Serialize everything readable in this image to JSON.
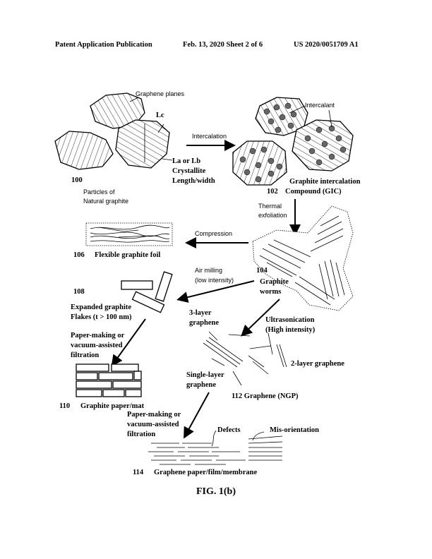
{
  "header": {
    "publication": "Patent Application Publication",
    "date_sheet": "Feb. 13, 2020  Sheet 2 of 6",
    "number": "US 2020/0051709 A1"
  },
  "figure": {
    "caption": "FIG. 1(b)",
    "labels": {
      "graphene_planes": "Graphene planes",
      "lc": "Lc",
      "intercalation": "Intercalation",
      "intercalant": "Intercalant",
      "la_lb": "La or Lb",
      "crystallite": "Crystallite",
      "length_width": "Length/width",
      "ref_100": "100",
      "particles_of": "Particles of",
      "natural_graphite": "Natural graphite",
      "gic_line1": "Graphite intercalation",
      "ref_102": "102",
      "gic_line2": "Compound (GIC)",
      "thermal": "Thermal",
      "exfoliation": "exfoliation",
      "compression": "Compression",
      "ref_106": "106",
      "flexible_foil": "Flexible graphite foil",
      "air_milling": "Air milling",
      "low_intensity": "(low intensity)",
      "ref_104": "104",
      "graphite": "Graphite",
      "worms": "worms",
      "ref_108": "108",
      "expanded_flakes": "Expanded graphite",
      "flakes_size": "Flakes (t > 100 nm)",
      "three_layer": "3-layer",
      "graphene_a": "graphene",
      "ultrasonication": "Ultrasonication",
      "high_intensity": "(High intensity)",
      "paper_making_1": "Paper-making or",
      "vacuum_1": "vacuum-assisted",
      "filtration_1": "filtration",
      "two_layer": "2-layer graphene",
      "single_layer": "Single-layer",
      "graphene_b": "graphene",
      "ref_110": "110",
      "graphite_paper": "Graphite paper/mat",
      "graphene_ngp": "112  Graphene (NGP)",
      "paper_making_2": "Paper-making or",
      "vacuum_2": "vacuum-assisted",
      "filtration_2": "filtration",
      "defects": "Defects",
      "misorientation": "Mis-orientation",
      "ref_114": "114",
      "graphene_paper": "Graphene paper/film/membrane"
    }
  }
}
